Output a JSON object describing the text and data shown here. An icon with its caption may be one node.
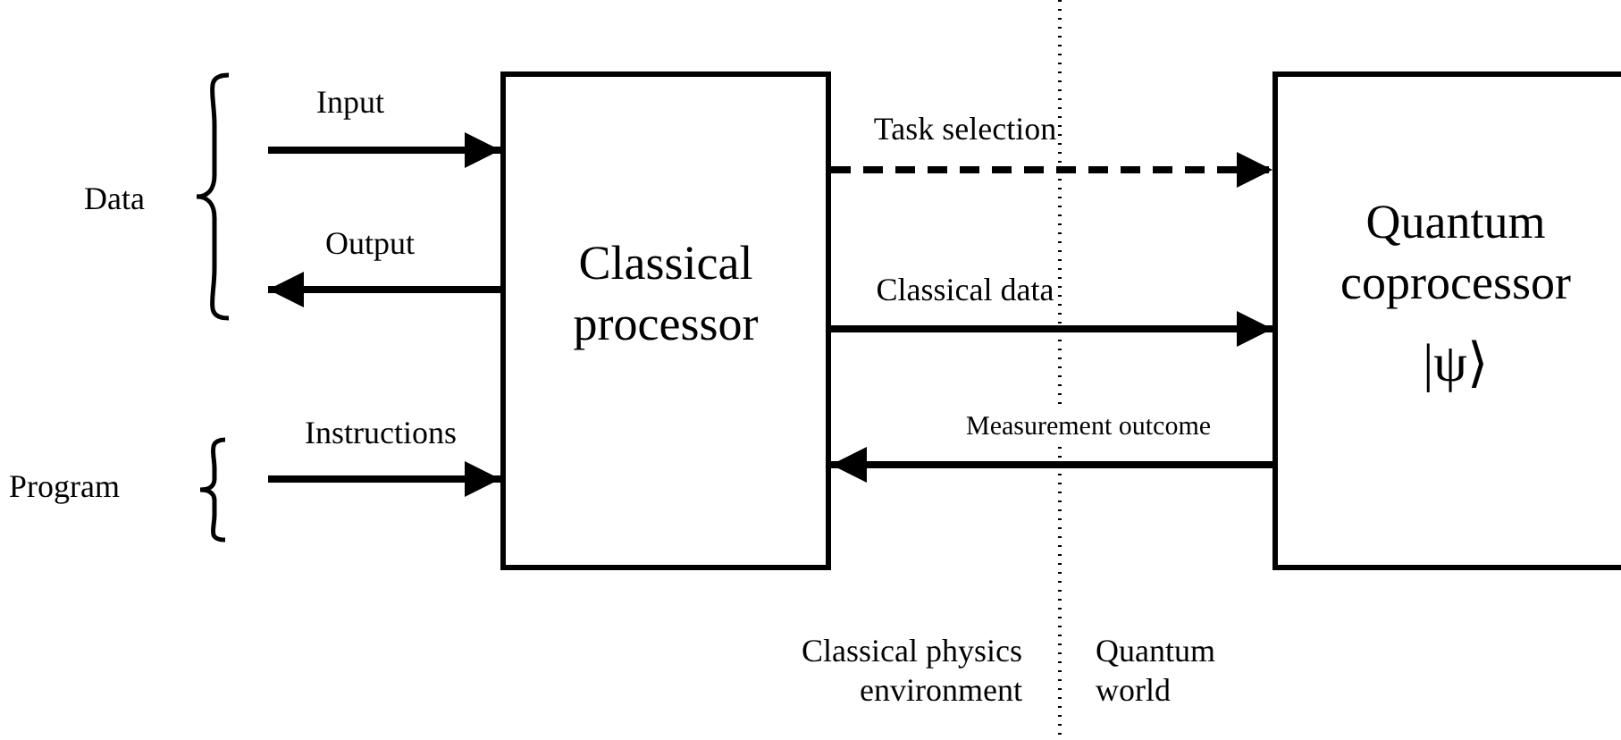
{
  "diagram": {
    "nodes": [
      {
        "text": [
          "Classical processor"
        ]
      },
      {
        "text": [
          "Quantum coprocessor",
          "|ψ⟩"
        ]
      }
    ],
    "edges": [
      {
        "from": null,
        "to": 0,
        "arrow": "to",
        "label": "Input"
      },
      {
        "from": 0,
        "to": null,
        "arrow": "to",
        "label": "Output"
      },
      {
        "from": null,
        "to": 0,
        "arrow": "to",
        "label": "Instructions"
      },
      {
        "from": 0,
        "to": 1,
        "arrow": "to",
        "label": "Task selection",
        "style": "dashed"
      },
      {
        "from": 0,
        "to": 1,
        "arrow": "to",
        "label": "Classical data"
      },
      {
        "from": 1,
        "to": 0,
        "arrow": "to",
        "label": "Measurement outcome"
      }
    ],
    "labels": [
      "Data",
      "Program",
      "Classical physics environment",
      "Quantum world"
    ]
  }
}
